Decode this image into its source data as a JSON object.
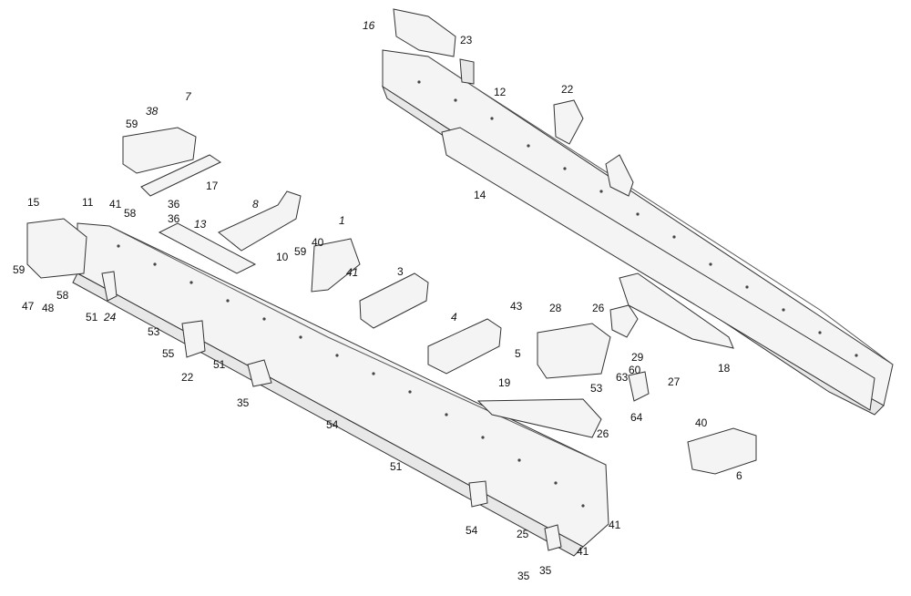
{
  "diagram": {
    "callouts": [
      "16",
      "23",
      "12",
      "22",
      "7",
      "38",
      "59",
      "14",
      "17",
      "15",
      "11",
      "41",
      "36",
      "58",
      "36",
      "13",
      "8",
      "1",
      "40",
      "10",
      "59",
      "41",
      "3",
      "59",
      "47",
      "48",
      "58",
      "51",
      "24",
      "43",
      "28",
      "26",
      "5",
      "29",
      "60",
      "63",
      "4",
      "53",
      "55",
      "51",
      "18",
      "22",
      "27",
      "19",
      "53",
      "64",
      "35",
      "54",
      "26",
      "40",
      "6",
      "51",
      "54",
      "25",
      "35",
      "35",
      "41",
      "41"
    ]
  }
}
